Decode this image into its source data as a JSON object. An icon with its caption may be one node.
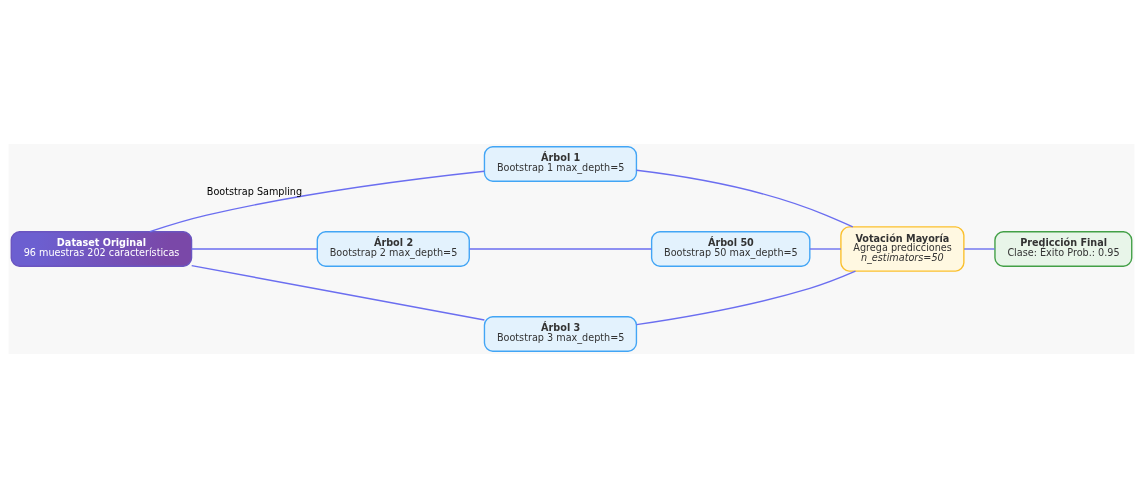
{
  "diagram": {
    "nodes": [
      {
        "text": [
          "Dataset Original",
          "96 muestras 202 características"
        ]
      },
      {
        "text": [
          "Árbol 1",
          "Bootstrap 1 max_depth=5"
        ]
      },
      {
        "text": [
          "Árbol 2",
          "Bootstrap 2 max_depth=5"
        ]
      },
      {
        "text": [
          "Árbol 3",
          "Bootstrap 3 max_depth=5"
        ]
      },
      {
        "text": [
          "Árbol 50",
          "Bootstrap 50 max_depth=5"
        ]
      },
      {
        "text": [
          "Votación Mayoría",
          "Agrega predicciones",
          "n_estimators=50"
        ]
      },
      {
        "text": [
          "Predicción Final",
          "Clase: Éxito Prob.: 0.95"
        ]
      }
    ],
    "edges": [
      {
        "from": 0,
        "to": 1,
        "arrow": "none",
        "label": "Bootstrap Sampling"
      },
      {
        "from": 0,
        "to": 2,
        "arrow": "none"
      },
      {
        "from": 0,
        "to": 3,
        "arrow": "none"
      },
      {
        "from": 1,
        "to": 5,
        "arrow": "none"
      },
      {
        "from": 2,
        "to": 4,
        "arrow": "none"
      },
      {
        "from": 4,
        "to": 5,
        "arrow": "none"
      },
      {
        "from": 3,
        "to": 5,
        "arrow": "none"
      },
      {
        "from": 5,
        "to": 6,
        "arrow": "none"
      }
    ]
  }
}
